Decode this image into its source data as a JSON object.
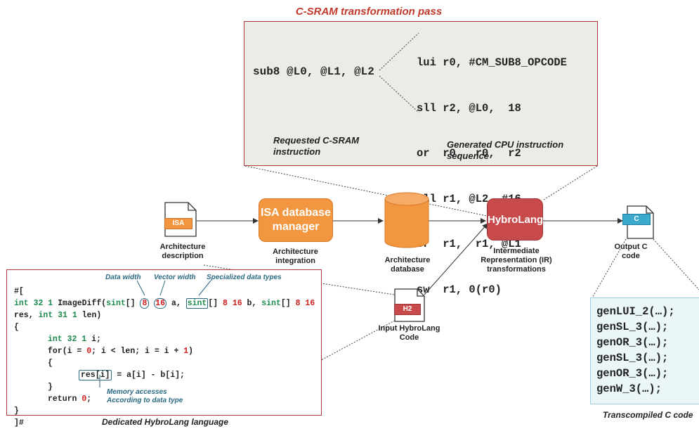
{
  "title": "C-SRAM transformation pass",
  "csram": {
    "requested_instr": "sub8 @L0, @L1, @L2",
    "asm_lines": [
      "lui r0, #CM_SUB8_OPCODE",
      "sll r2, @L0,  18",
      "or  r0,  r0,  r2",
      "sll r1, @L2, #16",
      "or  r1,  r1, @L1",
      "sw  r1, 0(r0)"
    ],
    "caption_left": "Requested C-SRAM\ninstruction",
    "caption_right": "Generated CPU instruction\nsequence"
  },
  "nodes": {
    "isa_file_label": "ISA",
    "isa_caption": "Architecture\ndescription",
    "isa_db_label": "ISA database\nmanager",
    "isa_db_caption": "Architecture\nintegration",
    "arch_db_caption": "Architecture\ndatabase",
    "h2_label": "H2",
    "h2_caption": "Input HybroLang\nCode",
    "hybrolang_label": "HybroLang",
    "hybrolang_caption": "Intermediate\nRepresentation (IR)\ntransformations",
    "c_file_label": "C",
    "c_caption": "Output C\ncode"
  },
  "code_panel": {
    "annotations": {
      "data_width": "Data width",
      "vector_width": "Vector width",
      "specialized_types": "Specialized data types",
      "memory_accesses": "Memory accesses\nAccording to data type"
    },
    "lines": {
      "l1": "#[",
      "l2_a": "int 32 1",
      "l2_b": " ImageDiff(",
      "l2_c": "sint",
      "l2_d": "[] ",
      "l2_e": "8",
      "l2_f": " ",
      "l2_g": "16",
      "l2_h": " a, ",
      "l2_i": "sint",
      "l2_j": "[] ",
      "l2_k": "8 16",
      "l2_l": " b, ",
      "l2_m": "sint",
      "l2_n": "[] ",
      "l2_o": "8 16",
      "l3_a": "res, ",
      "l3_b": "int 31 1",
      "l3_c": " len)",
      "l4": "{",
      "l5_a": "int 32 1",
      "l5_b": " i;",
      "l6_a": "for(i = ",
      "l6_b": "0",
      "l6_c": "; i < len; i = i + ",
      "l6_d": "1",
      "l6_e": ")",
      "l7": "{",
      "l8_a": "res[i]",
      "l8_b": " = a[i] - b[i];",
      "l9": "}",
      "l10_a": "return ",
      "l10_b": "0",
      "l10_c": ";",
      "l11": "}",
      "l12": "]#"
    },
    "caption": "Dedicated HybroLang language"
  },
  "c_output": {
    "lines": [
      "genLUI_2(…);",
      "genSL_3(…);",
      "genOR_3(…);",
      "genSL_3(…);",
      "genOR_3(…);",
      "genW_3(…);"
    ],
    "caption": "Transcompiled C code"
  },
  "colors": {
    "accent_red": "#c0392b",
    "orange": "#f2963f",
    "hybrolang_red": "#c94a4a",
    "teal": "#2b9cc0",
    "code_green": "#1e8b4e",
    "code_red": "#d11d1d"
  }
}
